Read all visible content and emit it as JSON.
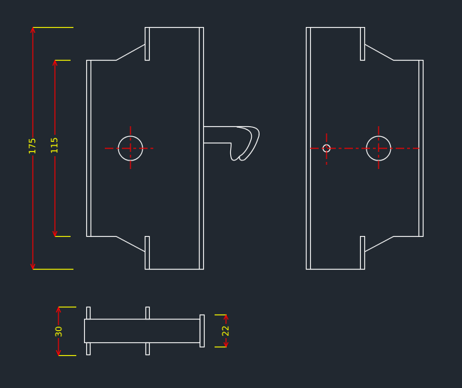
{
  "dimensions": {
    "overall_height": "175",
    "plate_height": "115",
    "width": "30",
    "end_plate": "22"
  },
  "colors": {
    "background": "#212830",
    "outline": "#ffffff",
    "centerline": "#ff0000",
    "dimension_text": "#ffff00"
  }
}
